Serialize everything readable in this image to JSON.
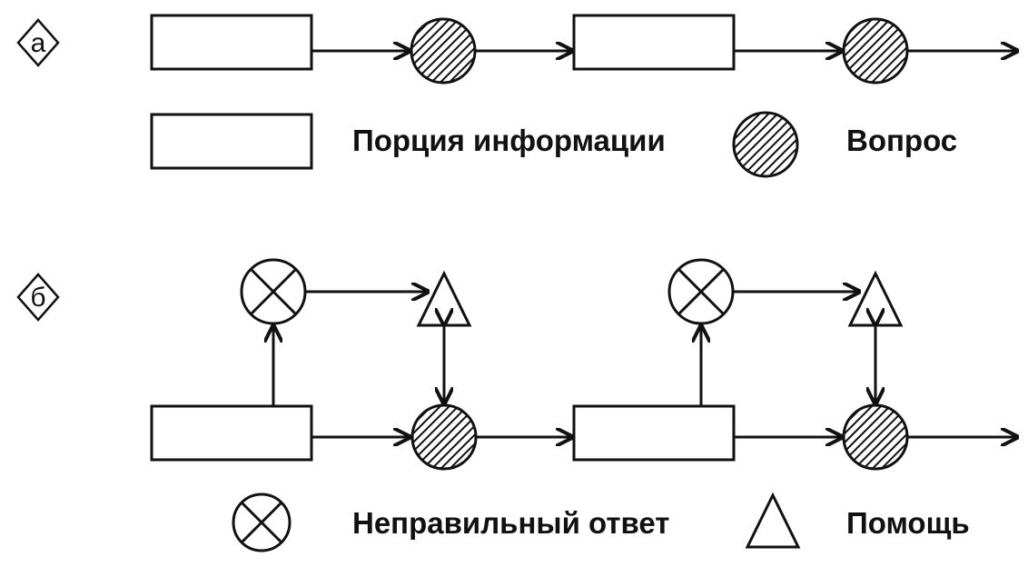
{
  "panel_a": {
    "tag": "а",
    "legend": {
      "info_portion": "Порция информации",
      "question": "Вопрос"
    }
  },
  "panel_b": {
    "tag": "б",
    "legend": {
      "wrong_answer": "Неправильный ответ",
      "help": "Помощь"
    }
  },
  "colors": {
    "stroke": "#111111",
    "background": "#ffffff"
  }
}
